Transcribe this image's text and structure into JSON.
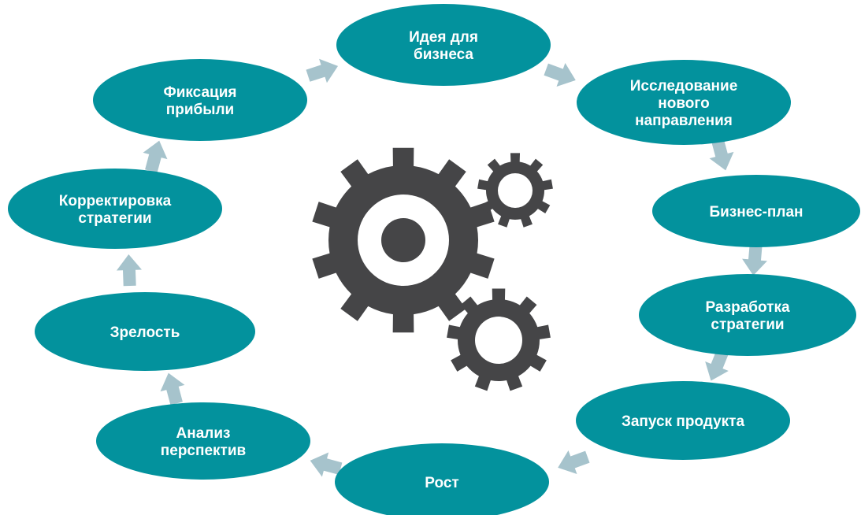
{
  "colors": {
    "node_fill": "#03929d",
    "node_text": "#ffffff",
    "arrow": "#a6c3cc",
    "gear": "#454547",
    "background": "#ffffff"
  },
  "cycle": {
    "nodes": [
      {
        "id": "idea",
        "lines": [
          "Идея для",
          "бизнеса"
        ]
      },
      {
        "id": "research",
        "lines": [
          "Исследование",
          "нового",
          "направления"
        ]
      },
      {
        "id": "business-plan",
        "lines": [
          "Бизнес-план"
        ]
      },
      {
        "id": "strategy-development",
        "lines": [
          "Разработка",
          "стратегии"
        ]
      },
      {
        "id": "product-launch",
        "lines": [
          "Запуск продукта"
        ]
      },
      {
        "id": "growth",
        "lines": [
          "Рост"
        ]
      },
      {
        "id": "prospect-analysis",
        "lines": [
          "Анализ",
          "перспектив"
        ]
      },
      {
        "id": "maturity",
        "lines": [
          "Зрелость"
        ]
      },
      {
        "id": "strategy-adjustment",
        "lines": [
          "Корректировка",
          "стратегии"
        ]
      },
      {
        "id": "profit-fixation",
        "lines": [
          "Фиксация",
          "прибыли"
        ]
      }
    ],
    "arrow_icon": "block-arrow-icon",
    "center_icon": "gears-icon"
  }
}
